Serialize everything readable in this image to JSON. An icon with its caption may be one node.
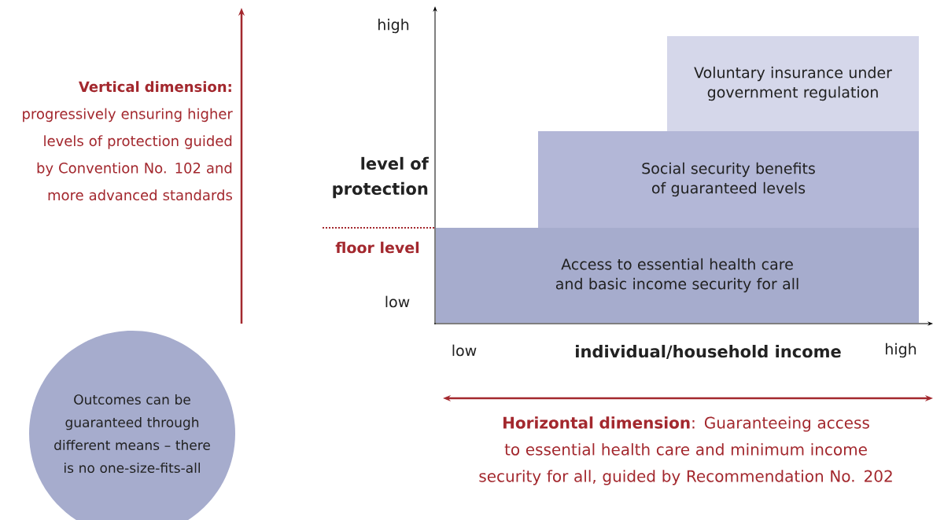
{
  "diagram": {
    "nodes": [
      {
        "text": [
          "Voluntary insurance under government regulation"
        ]
      },
      {
        "text": [
          "Social security benefits of guaranteed levels"
        ]
      },
      {
        "text": [
          "Access to essential health care and basic income security for all"
        ]
      },
      {
        "text": [
          "Outcomes can be guaranteed through different means – there is no one-size-fits-all"
        ]
      }
    ],
    "labels": [
      "high",
      "level of protection",
      "floor level",
      "low",
      "low",
      "individual/household income",
      "high",
      "**Vertical dimension:** progressively ensuring higher levels of protection guided by Convention No. 102 and more advanced standards",
      "**Horizontal dimension**: Guaranteeing access to essential health care and minimum income security for all, guided by Recommendation No. 202"
    ]
  }
}
